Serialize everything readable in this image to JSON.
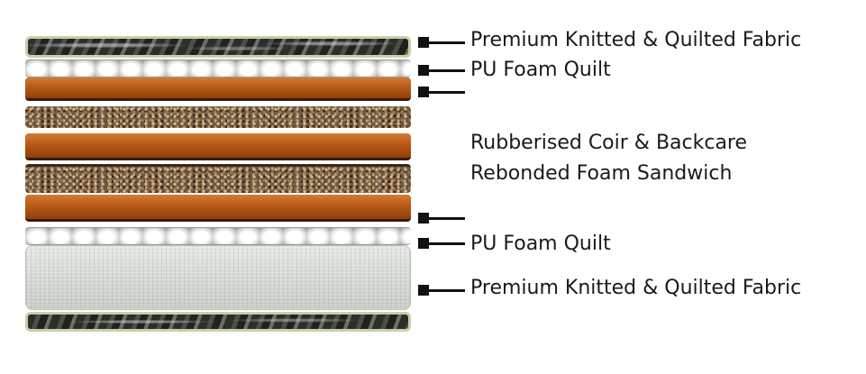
{
  "layers": [
    {
      "id": "premium-fabric-top",
      "callout": "Premium Knitted & Quilted Fabric"
    },
    {
      "id": "pu-foam-quilt-top",
      "callout": "PU Foam Quilt"
    },
    {
      "id": "rubberised-coir-sandwich",
      "callout_lines": [
        "Rubberised Coir & Backcare",
        "Rebonded Foam Sandwich"
      ]
    },
    {
      "id": "pu-foam-quilt-bottom",
      "callout": "PU Foam Quilt"
    },
    {
      "id": "premium-fabric-bottom",
      "callout": "Premium Knitted & Quilted Fabric"
    }
  ],
  "colors": {
    "foam": "#b85a17",
    "coir": "#6b5a48",
    "fabric_dark": "#2b2f2a",
    "fabric_side": "#d4d9d3",
    "marker": "#111111",
    "text": "#1a1a1a"
  }
}
